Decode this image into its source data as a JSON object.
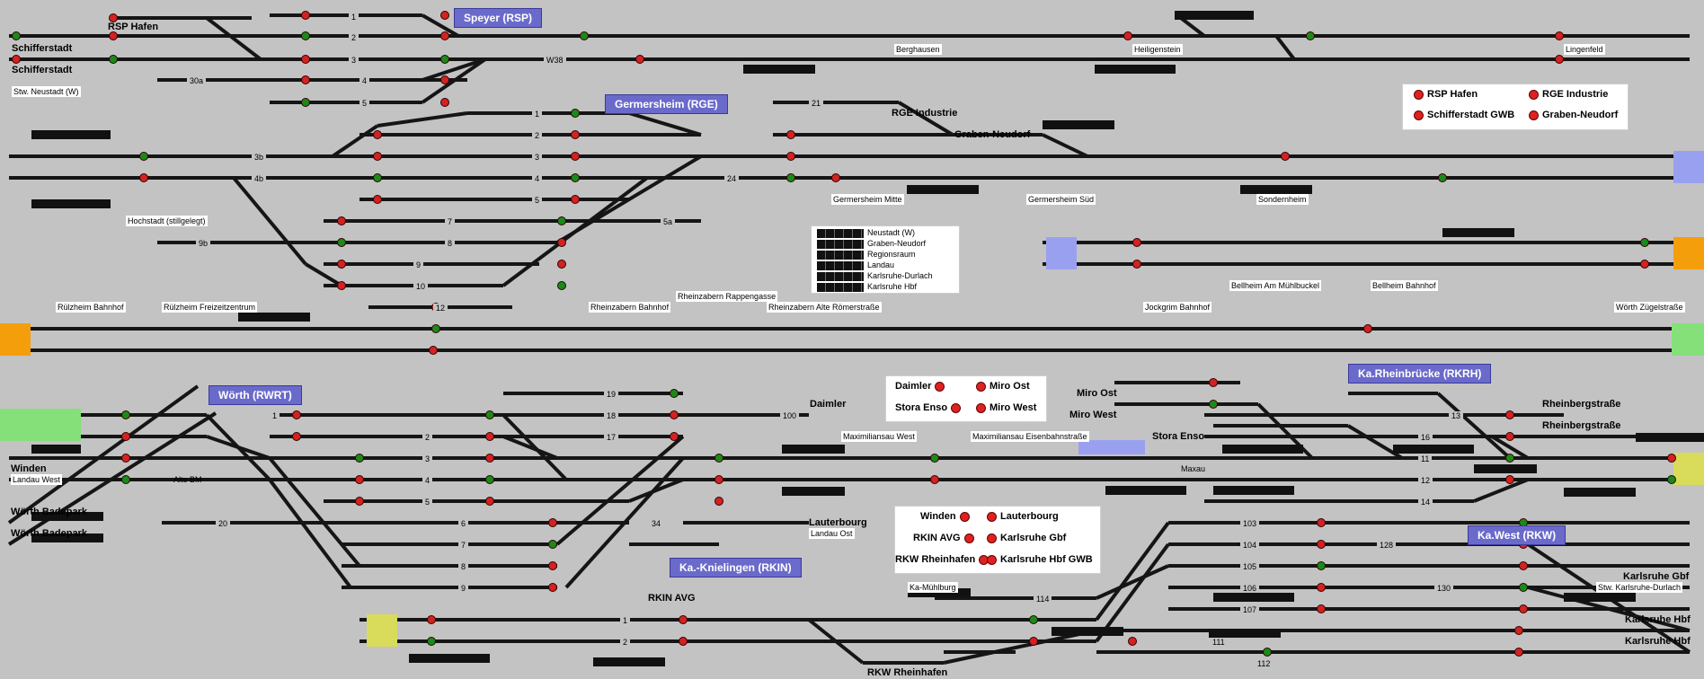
{
  "stations": {
    "speyer": "Speyer (RSP)",
    "germersheim": "Germersheim (RGE)",
    "woerth": "Wörth (RWRT)",
    "rheinbruecke": "Ka.Rheinbrücke (RKRH)",
    "knielingen": "Ka.-Knielingen (RKIN)",
    "kawest": "Ka.West (RKW)"
  },
  "labels": {
    "schifferstadt1": "Schifferstadt",
    "schifferstadt2": "Schifferstadt",
    "rsp_hafen": "RSP Hafen",
    "stw_neustadt": "Stw. Neustadt (W)",
    "berghausen": "Berghausen",
    "heiligenstein": "Heiligenstein",
    "lingenfeld": "Lingenfeld",
    "rge_industrie": "RGE Industrie",
    "graben_neudorf": "Graben-Neudorf",
    "germersheim_mitte": "Germersheim Mitte",
    "germersheim_sued": "Germersheim Süd",
    "sondernheim": "Sondernheim",
    "hochstadt": "Hochstadt (stillgelegt)",
    "bellheim_muehl": "Bellheim Am Mühlbuckel",
    "bellheim_bf": "Bellheim Bahnhof",
    "ruelzheim_bf": "Rülzheim Bahnhof",
    "ruelzheim_fz": "Rülzheim Freizeitzentrum",
    "rheinzabern_rapp": "Rheinzabern Rappengasse",
    "rheinzabern_bf": "Rheinzabern Bahnhof",
    "rheinzabern_alte": "Rheinzabern Alte Römerstraße",
    "jockgrim": "Jockgrim Bahnhof",
    "woerth_zuegel": "Wörth Zügelstraße",
    "daimler": "Daimler",
    "miro_ost": "Miro Ost",
    "miro_west": "Miro West",
    "stora_enso": "Stora Enso",
    "rheinbergstr1": "Rheinbergstraße",
    "rheinbergstr2": "Rheinbergstraße",
    "winden": "Winden",
    "landau_west": "Landau West",
    "alte_bm": "Alte BM",
    "woerth_bade1": "Wörth Badepark",
    "woerth_bade2": "Wörth Badepark",
    "maxi_west": "Maximiliansau West",
    "maxi_eisen": "Maximiliansau Eisenbahnstraße",
    "maxau": "Maxau",
    "lauterbourg": "Lauterbourg",
    "landau_ost": "Landau Ost",
    "rkin_avg": "RKIN AVG",
    "ka_muehlburg": "Ka-Mühlburg",
    "rkw_rheinhafen": "RKW Rheinhafen",
    "ka_gbf": "Karlsruhe Gbf",
    "stw_ka_durlach": "Stw. Karlsruhe-Durlach",
    "ka_hbf1": "Karlsruhe Hbf",
    "ka_hbf2": "Karlsruhe Hbf"
  },
  "tracks": {
    "t1": "1",
    "t2": "2",
    "t3": "3",
    "t4": "4",
    "t5": "5",
    "t30a": "30a",
    "w38": "W38",
    "t3b": "3b",
    "t4b": "4b",
    "g1": "1",
    "g2": "2",
    "g3": "3",
    "g4": "4",
    "g5": "5",
    "g7": "7",
    "g8": "8",
    "g9": "9",
    "g9b": "9b",
    "g10": "10",
    "g12": "12",
    "g5a": "5a",
    "g21": "21",
    "g24": "24",
    "w1": "1",
    "w2": "2",
    "w3": "3",
    "w4": "4",
    "w5": "5",
    "w6": "6",
    "w7": "7",
    "w8": "8",
    "w9": "9",
    "w17": "17",
    "w18": "18",
    "w19": "19",
    "w20": "20",
    "w34": "34",
    "w100": "100",
    "r11": "11",
    "r12": "12",
    "r13": "13",
    "r14": "14",
    "r16": "16",
    "k103": "103",
    "k104": "104",
    "k105": "105",
    "k106": "106",
    "k107": "107",
    "k111": "111",
    "k112": "112",
    "k114": "114",
    "k128": "128",
    "k130": "130",
    "n1": "1",
    "n2": "2"
  },
  "panel_top": {
    "a": "RSP Hafen",
    "b": "RGE Industrie",
    "c": "Schifferstadt GWB",
    "d": "Graben-Neudorf"
  },
  "panel_mid": {
    "a": "Daimler",
    "b": "Miro Ost",
    "c": "Stora Enso",
    "d": "Miro West"
  },
  "panel_low": {
    "a": "Winden",
    "b": "Lauterbourg",
    "c": "RKIN AVG",
    "d": "Karlsruhe Gbf",
    "e": "RKW Rheinhafen",
    "f": "Karlsruhe Hbf GWB"
  },
  "legend": [
    "Neustadt (W)",
    "Graben-Neudorf",
    "Regionsraum",
    "Landau",
    "Karlsruhe-Durlach",
    "Karlsruhe Hbf"
  ],
  "colors": {
    "background": "#c3c3c3",
    "track": "#111111",
    "signal_red": "#d22222",
    "signal_green": "#1a8a1a",
    "station_label": "#6a6acb",
    "edge_orange": "#f59e0b",
    "edge_green": "#86e07a",
    "edge_blue": "#9aa0f0",
    "edge_yellow": "#d8dc5a"
  }
}
